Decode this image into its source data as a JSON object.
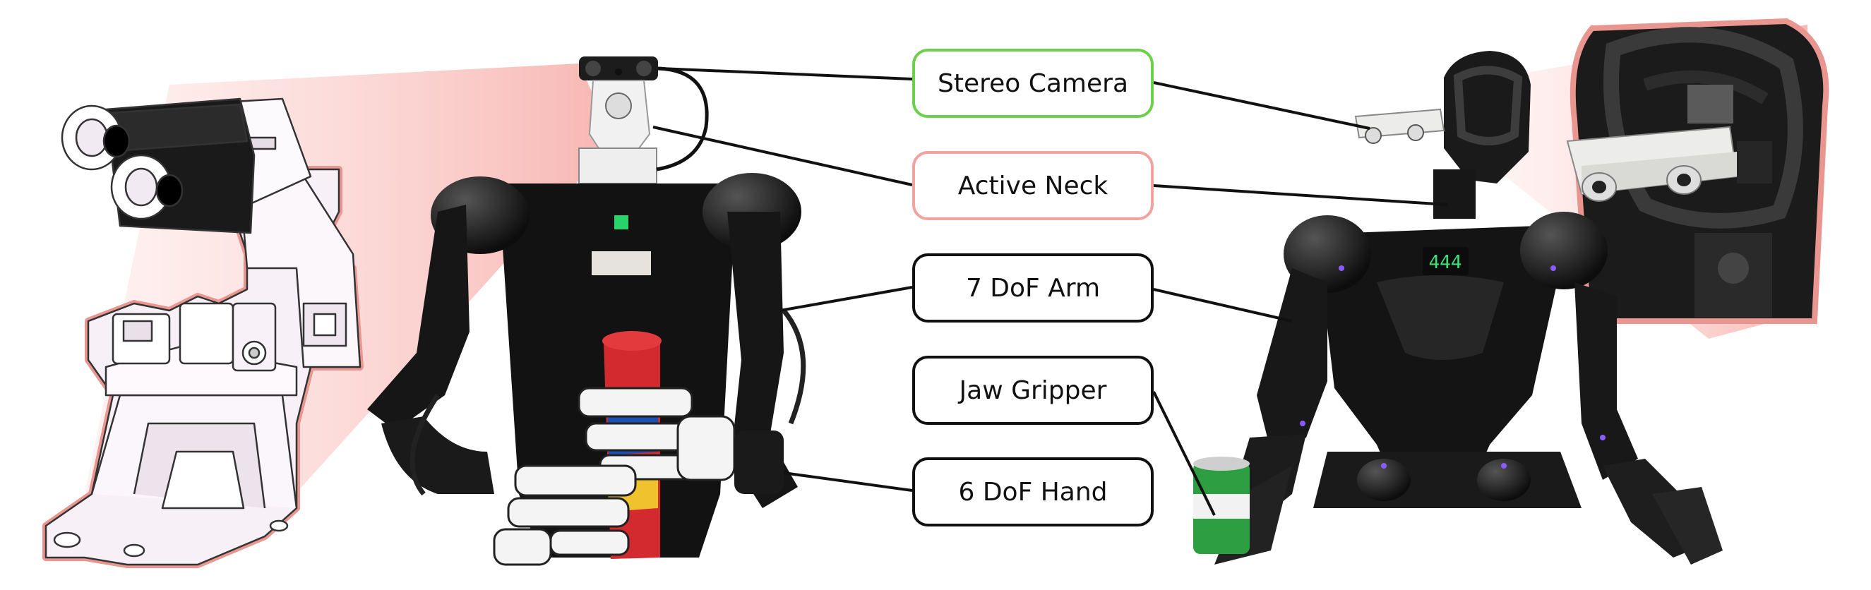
{
  "labels": {
    "stereo_camera": "Stereo Camera",
    "active_neck": "Active Neck",
    "arm": "7 DoF Arm",
    "gripper": "Jaw Gripper",
    "hand": "6 DoF Hand"
  },
  "colors": {
    "stereo_camera_border": "#6cd04a",
    "active_neck_border": "#f1a3a0",
    "other_border": "#111111",
    "highlight_fill": "#f9c7c4",
    "robot_body": "#141414",
    "cad_fill": "#f5edf5",
    "cad_outline": "#e8908a",
    "camera_body": "#e8e8e6",
    "pringles_red": "#d6262f",
    "can_green": "#2e9e43",
    "display_green": "#38e07a"
  },
  "icons": {
    "left_figure": "cad-neck-assembly-drawing",
    "center_figure": "humanoid-robot-with-dexterous-hands",
    "right_figure": "humanoid-robot-with-jaw-gripper",
    "inset": "stereo-camera-closeup"
  }
}
